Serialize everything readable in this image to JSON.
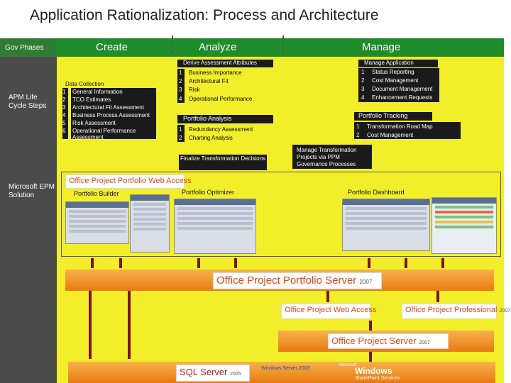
{
  "title": "Application Rationalization: Process and Architecture",
  "phases": {
    "gov_label": "Gov Phases",
    "create": "Create",
    "analyze": "Analyze",
    "manage": "Manage"
  },
  "left": {
    "apm": "APM Life Cycle Steps",
    "epm": "Microsoft EPM Solution"
  },
  "create": {
    "heading": "Data Collection",
    "items": [
      {
        "n": "1",
        "t": "General Information"
      },
      {
        "n": "2",
        "t": "TCO Estimates"
      },
      {
        "n": "3",
        "t": "Architectural Fit Assessment"
      },
      {
        "n": "4",
        "t": "Business Process Assessment"
      },
      {
        "n": "5",
        "t": "Risk Assessment"
      },
      {
        "n": "6",
        "t": "Operational Performance Assessment"
      }
    ]
  },
  "analyze": {
    "derive_heading": "Derive Assessment Attributes",
    "derive_items": [
      {
        "n": "1",
        "t": "Business Importance"
      },
      {
        "n": "2",
        "t": "Architectural Fit"
      },
      {
        "n": "3",
        "t": "Risk"
      },
      {
        "n": "4",
        "t": "Operational Performance"
      }
    ],
    "portfolio_heading": "Portfolio Analysis",
    "portfolio_items": [
      {
        "n": "1",
        "t": "Redundancy Assessment"
      },
      {
        "n": "2",
        "t": "Charting Analysis"
      }
    ],
    "finalize": "Finalize Transformation Decisions"
  },
  "manage": {
    "app_heading": "Manage Application",
    "app_items": [
      {
        "n": "1",
        "t": "Status Reporting"
      },
      {
        "n": "2",
        "t": "Cost Management"
      },
      {
        "n": "3",
        "t": "Document Management"
      },
      {
        "n": "4",
        "t": "Enhancement Requests"
      }
    ],
    "tracking_heading": "Portfolio Tracking",
    "tracking_items": [
      {
        "n": "1",
        "t": "Transformation Road Map"
      },
      {
        "n": "2",
        "t": "Cost Management"
      }
    ],
    "transform": "Manage Transformation Projects via PPM Governance Processes"
  },
  "tools": {
    "web_access_logo": "Office Project Portfolio Web Access",
    "builder": "Portfolio Builder",
    "optimizer": "Portfolio Optimizer",
    "dashboard": "Portfolio Dashboard"
  },
  "servers": {
    "portfolio_server": "Office Project Portfolio Server",
    "portfolio_server_ver": "2007",
    "web_access": "Office Project Web Access",
    "professional": "Office Project Professional",
    "professional_ver": "2007",
    "project_server": "Office Project Server",
    "project_server_ver": "2007",
    "sql": "SQL Server",
    "sql_ver": "2005",
    "windows_server": "Windows Server",
    "windows_server_ver": "2003",
    "sharepoint_a": "Windows",
    "sharepoint_b": "SharePoint Services",
    "microsoft": "Microsoft"
  }
}
